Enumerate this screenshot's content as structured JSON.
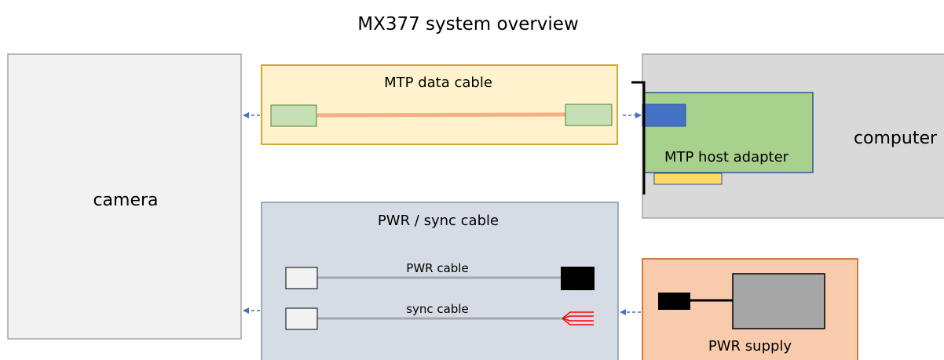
{
  "title": "MX377 system overview",
  "camera": {
    "label": "camera"
  },
  "computer": {
    "label": "computer"
  },
  "mtp_cable": {
    "label": "MTP data cable"
  },
  "host_adapter": {
    "label": "MTP host adapter"
  },
  "pwr_sync_cable": {
    "label": "PWR / sync cable",
    "pwr_label": "PWR cable",
    "sync_label": "sync cable"
  },
  "pwr_supply": {
    "label": "PWR supply"
  },
  "colors": {
    "camera_fill": "#f2f2f2",
    "box_border": "#a6a6a6",
    "computer_fill": "#d9d9d9",
    "mtp_fill": "#fff2cc",
    "mtp_border": "#bf9000",
    "connector_fill": "#c5e0b4",
    "connector_border": "#548235",
    "fiber": "#f4b183",
    "adapter_fill": "#a9d18e",
    "adapter_border": "#2f5597",
    "adapter_port": "#4472c4",
    "adapter_contacts": "#ffd966",
    "pwr_cable_fill": "#d6dce5",
    "pwr_cable_border": "#8497b0",
    "wire": "#a6a6a6",
    "supply_fill": "#f8cbad",
    "supply_border": "#c55a11",
    "supply_body": "#a6a6a6",
    "sync_fork": "#ff0000",
    "arrow": "#4472c4"
  }
}
